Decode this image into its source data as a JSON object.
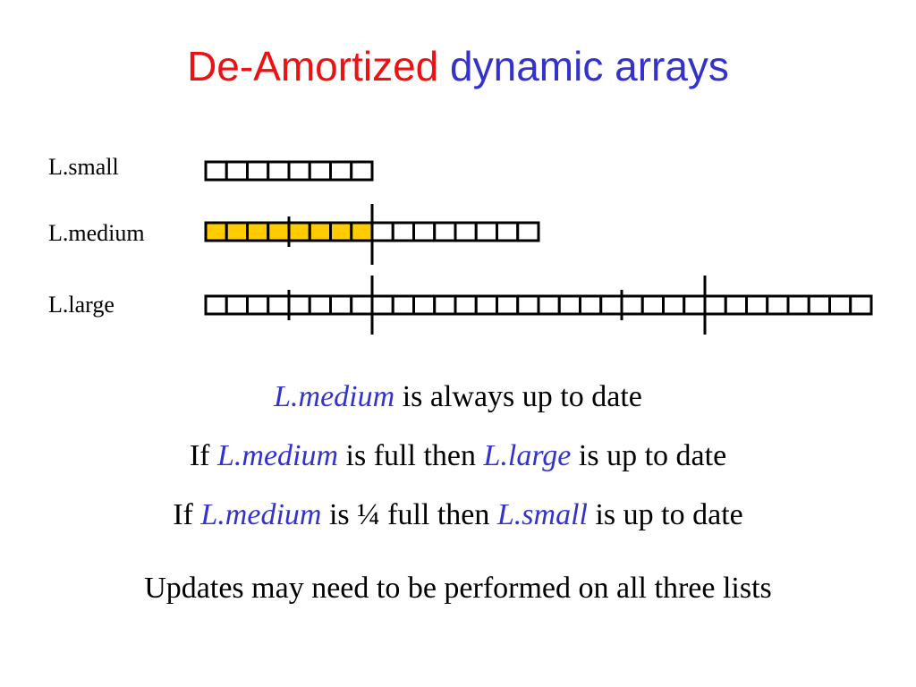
{
  "colors": {
    "title_red": "#ee1111",
    "title_blue": "#3333cc",
    "term_blue": "#3333cc",
    "fill_yellow": "#ffcc00",
    "text": "#000000"
  },
  "title": {
    "part1": "De-Amortized",
    "part2": "dynamic arrays"
  },
  "arrays": [
    {
      "label": "L.small",
      "cells": 8,
      "filled": 0,
      "markers": []
    },
    {
      "label": "L.medium",
      "cells": 16,
      "filled": 8,
      "markers": [
        4,
        8
      ]
    },
    {
      "label": "L.large",
      "cells": 32,
      "filled": 0,
      "markers": [
        4,
        8,
        20,
        24
      ]
    }
  ],
  "statements": {
    "line1": {
      "term": "L.medium",
      "rest": " is always up to date"
    },
    "line2": {
      "pre": "If ",
      "term1": "L.medium",
      "mid": " is full then ",
      "term2": "L.large",
      "rest": " is up to date"
    },
    "line3": {
      "pre": "If ",
      "term1": "L.medium",
      "mid": " is ¼ full then ",
      "term2": "L.small",
      "rest": " is up to date"
    },
    "line4": "Updates may need to be performed on all three lists"
  }
}
